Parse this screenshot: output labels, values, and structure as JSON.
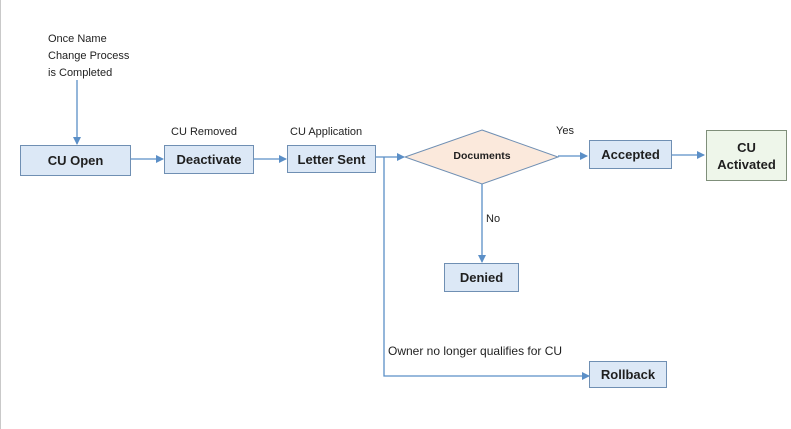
{
  "nodes": {
    "cu_open": "CU Open",
    "deactivate": "Deactivate",
    "letter_sent": "Letter Sent",
    "documents": "Documents",
    "accepted": "Accepted",
    "cu_activated_line1": "CU",
    "cu_activated_line2": "Activated",
    "denied": "Denied",
    "rollback": "Rollback"
  },
  "labels": {
    "start_line1": "Once Name",
    "start_line2": "Change Process",
    "start_line3": "is Completed",
    "cu_removed": "CU Removed",
    "cu_application": "CU Application",
    "yes": "Yes",
    "no": "No",
    "no_longer_qualifies": "Owner no longer qualifies for CU"
  },
  "colors": {
    "process_fill": "#dce8f6",
    "process_border": "#6f8fb3",
    "decision_fill": "#fbe9dc",
    "final_fill": "#eef6ea",
    "connector": "#5b8fc7"
  }
}
